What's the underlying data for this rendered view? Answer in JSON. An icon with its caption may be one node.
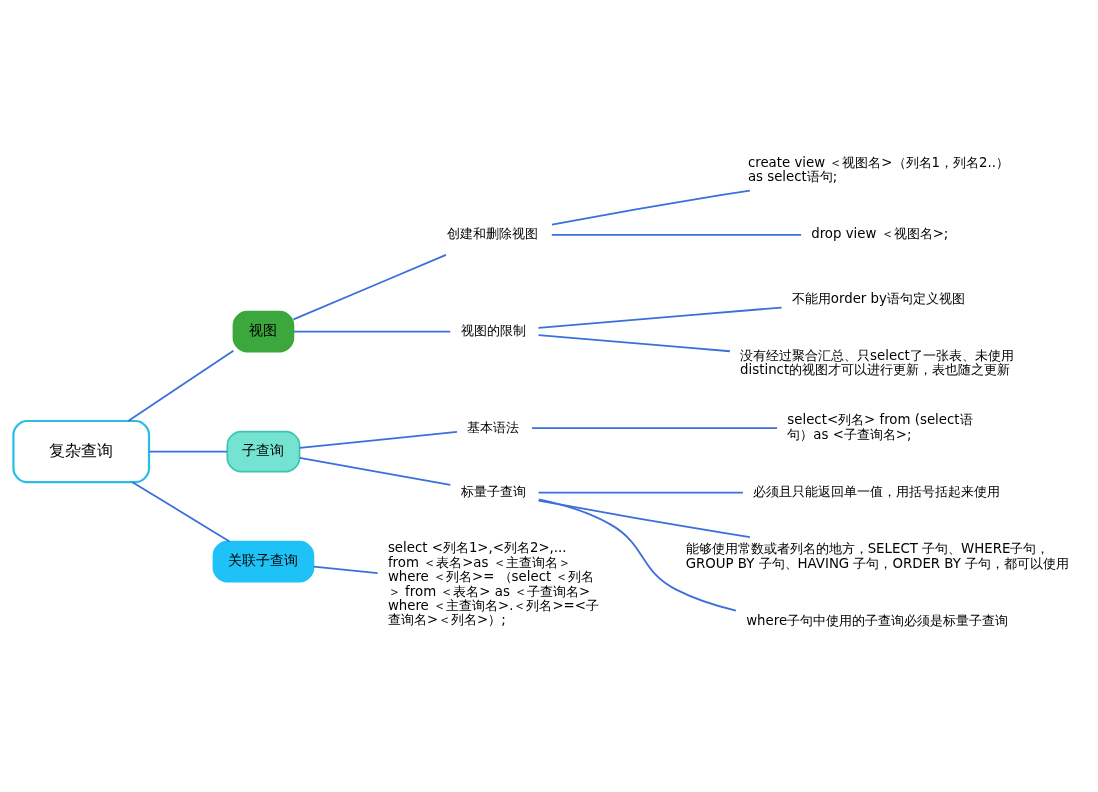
{
  "diagram": {
    "nodes": [
      {
        "text": [
          "复杂查询"
        ]
      },
      {
        "text": [
          "视图"
        ]
      },
      {
        "text": [
          "创建和删除视图"
        ]
      },
      {
        "text": [
          "create view ＜视图名>（列名1，列名2..） as select语句;"
        ]
      },
      {
        "text": [
          "drop view ＜视图名>;"
        ]
      },
      {
        "text": [
          "视图的限制"
        ]
      },
      {
        "text": [
          "不能用order by语句定义视图"
        ]
      },
      {
        "text": [
          "没有经过聚合汇总、只select了一张表、未使用distinct的视图才可以进行更新，表也随之更新"
        ]
      },
      {
        "text": [
          "子查询"
        ]
      },
      {
        "text": [
          "基本语法"
        ]
      },
      {
        "text": [
          "select<列名> from (select语句）as <子查询名>;"
        ]
      },
      {
        "text": [
          "标量子查询"
        ]
      },
      {
        "text": [
          "必须且只能返回单一值，用括号括起来使用"
        ]
      },
      {
        "text": [
          "能够使用常数或者列名的地方，SELECT 子句、WHERE子句，GROUP BY 子句、HAVING 子句，ORDER BY 子句，都可以使用"
        ]
      },
      {
        "text": [
          "where子句中使用的子查询必须是标量子查询"
        ]
      },
      {
        "text": [
          "关联子查询"
        ]
      },
      {
        "text": [
          "select <列名1>,<列名2>,... from ＜表名>as ＜主查询名＞ where ＜列名>= （select ＜列名＞ from ＜表名> as ＜子查询名> where ＜主查询名>.＜列名>=<子查询名>＜列名>）;"
        ]
      }
    ],
    "edges": [
      {
        "from": 0,
        "to": 1,
        "arrow": "none"
      },
      {
        "from": 1,
        "to": 2,
        "arrow": "none"
      },
      {
        "from": 2,
        "to": 3,
        "arrow": "none"
      },
      {
        "from": 2,
        "to": 4,
        "arrow": "none"
      },
      {
        "from": 1,
        "to": 5,
        "arrow": "none"
      },
      {
        "from": 5,
        "to": 6,
        "arrow": "none"
      },
      {
        "from": 5,
        "to": 7,
        "arrow": "none"
      },
      {
        "from": 0,
        "to": 8,
        "arrow": "none"
      },
      {
        "from": 8,
        "to": 9,
        "arrow": "none"
      },
      {
        "from": 9,
        "to": 10,
        "arrow": "none"
      },
      {
        "from": 8,
        "to": 11,
        "arrow": "none"
      },
      {
        "from": 11,
        "to": 12,
        "arrow": "none"
      },
      {
        "from": 11,
        "to": 13,
        "arrow": "none"
      },
      {
        "from": 11,
        "to": 14,
        "arrow": "none"
      },
      {
        "from": 0,
        "to": 15,
        "arrow": "none"
      },
      {
        "from": 15,
        "to": 16,
        "arrow": "none"
      }
    ]
  }
}
